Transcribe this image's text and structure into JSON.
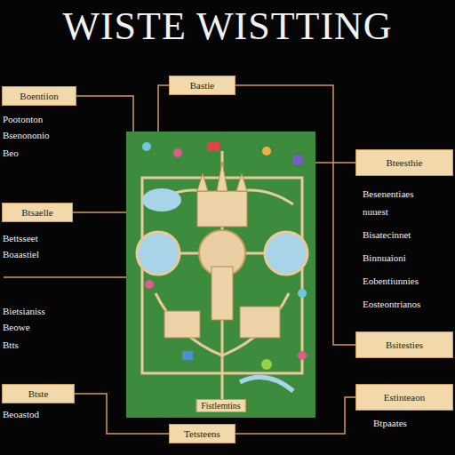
{
  "diagram": {
    "title": "WISTE WISTTING",
    "nodes": [
      {
        "text": [
          "Boentiion"
        ]
      },
      {
        "text": [
          "Bastie"
        ]
      },
      {
        "text": [
          "Bteesthie"
        ]
      },
      {
        "text": [
          "Fistlemtins"
        ]
      },
      {
        "text": [
          "Btsaelle"
        ]
      },
      {
        "text": [
          "Bsitesties"
        ]
      },
      {
        "text": [
          "Btste"
        ]
      },
      {
        "text": [
          "Estinteaon"
        ]
      },
      {
        "text": [
          "Tetsteens"
        ]
      }
    ],
    "edges": [
      {
        "from": 0,
        "to": 3,
        "arrow": "none"
      },
      {
        "from": 1,
        "to": 3,
        "arrow": "none"
      },
      {
        "from": 1,
        "to": 5,
        "arrow": "none"
      },
      {
        "from": 2,
        "to": 3,
        "arrow": "none"
      },
      {
        "from": 4,
        "to": 3,
        "arrow": "none"
      },
      {
        "from": 6,
        "to": 8,
        "arrow": "none"
      },
      {
        "from": 8,
        "to": 7,
        "arrow": "none"
      }
    ],
    "labels": [
      "Pootonton",
      "Bsenononio",
      "Beo",
      "Besenentiaes",
      "nuuest",
      "Bisatecinnet",
      "Binnuaioni",
      "Eobentiunnies",
      "Eosteontrianos",
      "Bettsseet",
      "Boaastiel",
      "Bietsianiss",
      "Beowe",
      "Btts",
      "Beoastod",
      "Btpaates"
    ]
  }
}
